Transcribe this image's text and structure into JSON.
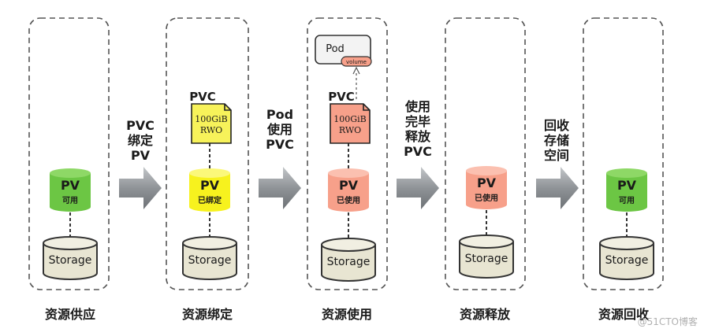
{
  "stages": [
    {
      "label": "资源供应",
      "pv_label": "PV",
      "pv_status": "可用",
      "storage_label": "Storage"
    },
    {
      "label": "资源绑定",
      "pv_label": "PV",
      "pv_status": "已绑定",
      "storage_label": "Storage",
      "pvc": {
        "title": "PVC",
        "size": "100GiB",
        "mode": "RWO"
      }
    },
    {
      "label": "资源使用",
      "pv_label": "PV",
      "pv_status": "已使用",
      "storage_label": "Storage",
      "pvc": {
        "title": "PVC",
        "size": "100GiB",
        "mode": "RWO"
      },
      "pod": {
        "label": "Pod",
        "volume_label": "volume"
      }
    },
    {
      "label": "资源释放",
      "pv_label": "PV",
      "pv_status": "已使用",
      "storage_label": "Storage"
    },
    {
      "label": "资源回收",
      "pv_label": "PV",
      "pv_status": "可用",
      "storage_label": "Storage"
    }
  ],
  "steps": [
    {
      "lines": [
        "PVC",
        "绑定",
        "PV"
      ]
    },
    {
      "lines": [
        "Pod",
        "使用",
        "PVC"
      ]
    },
    {
      "lines": [
        "使用",
        "完毕",
        "释放",
        "PVC"
      ]
    },
    {
      "lines": [
        "回收",
        "存储",
        "空间"
      ]
    }
  ],
  "colors": {
    "pv_available": "#6cc644",
    "pv_bound": "#f7f21e",
    "pv_used": "#f7a08a",
    "pvc_bound": "#f7f25a",
    "pvc_used": "#f7a08a",
    "storage": "#e8e5d2",
    "arrow": "#8f9397",
    "border": "#555555"
  },
  "watermark": "@51CTO博客"
}
